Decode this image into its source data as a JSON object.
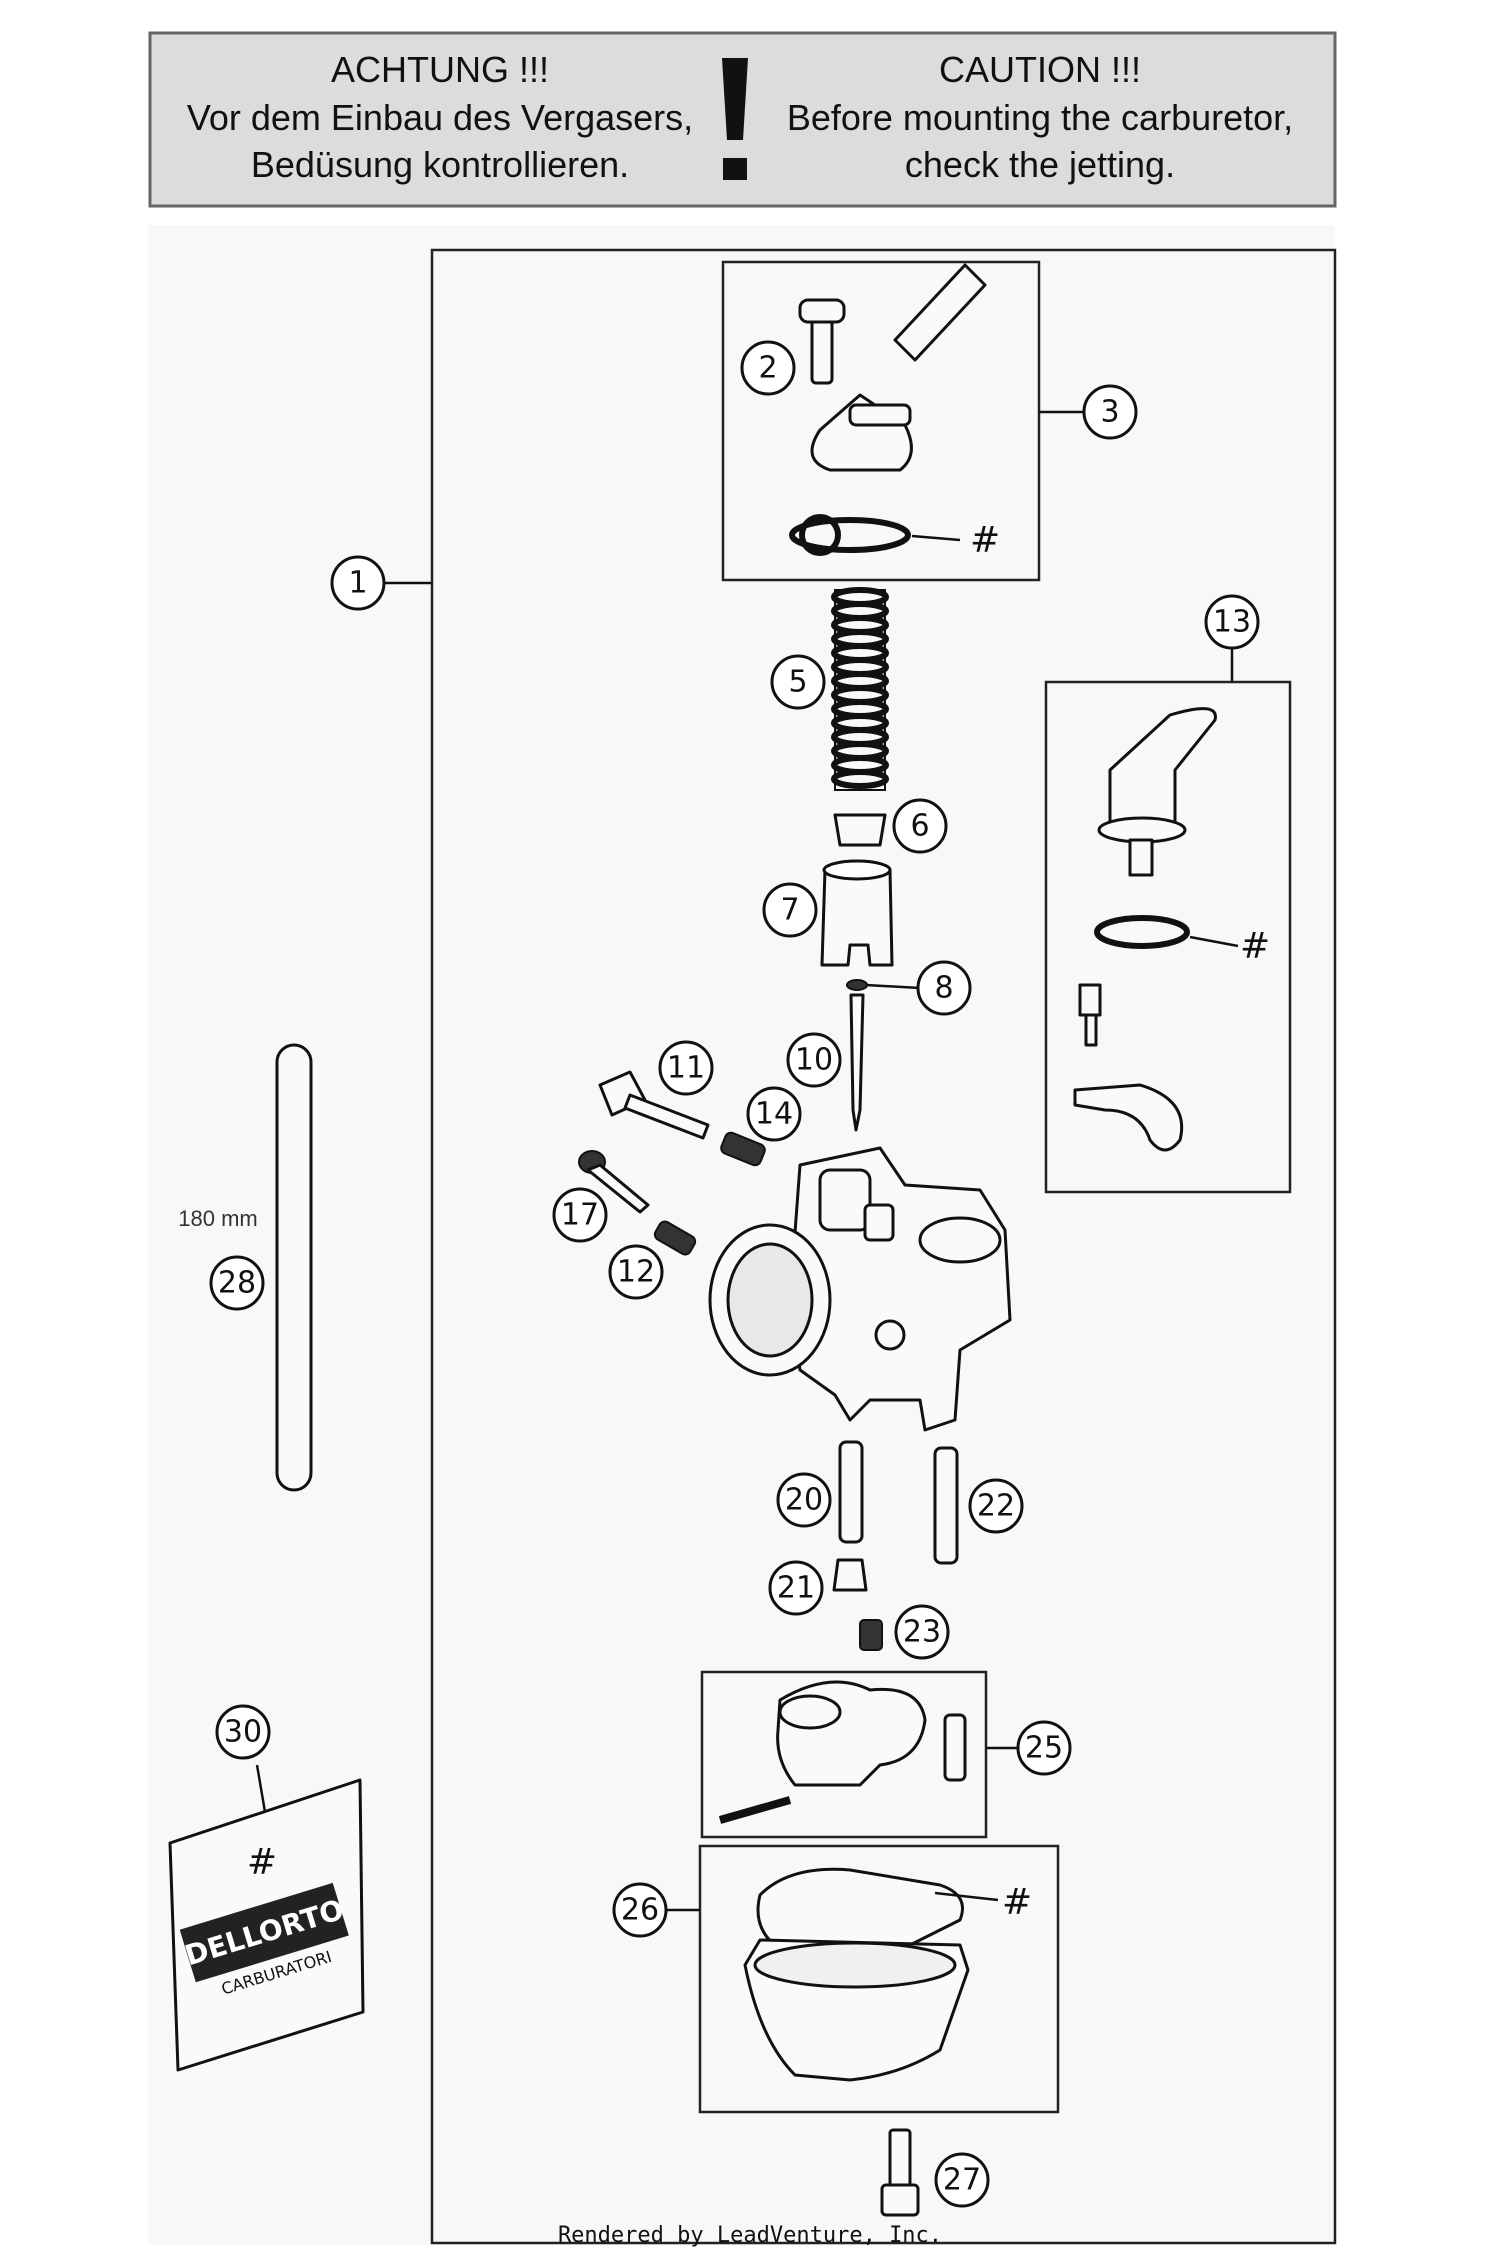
{
  "warning": {
    "de_title": "ACHTUNG !!!",
    "de_line1": "Vor dem Einbau des Vergasers,",
    "de_line2": "Bedüsung kontrollieren.",
    "en_title": "CAUTION !!!",
    "en_line1": "Before mounting the carburetor,",
    "en_line2": "check the jetting."
  },
  "callouts": {
    "c1": "1",
    "c2": "2",
    "c3": "3",
    "c5": "5",
    "c6": "6",
    "c7": "7",
    "c8": "8",
    "c10": "10",
    "c11": "11",
    "c12": "12",
    "c13": "13",
    "c14": "14",
    "c17": "17",
    "c20": "20",
    "c21": "21",
    "c22": "22",
    "c23": "23",
    "c25": "25",
    "c26": "26",
    "c27": "27",
    "c28": "28",
    "c30": "30"
  },
  "hash_mark": "#",
  "tube_length": "180 mm",
  "bag": {
    "hash": "#",
    "brand": "DELLORTO",
    "subtitle": "CARBURATORI"
  },
  "footer": "Rendered by LeadVenture, Inc."
}
